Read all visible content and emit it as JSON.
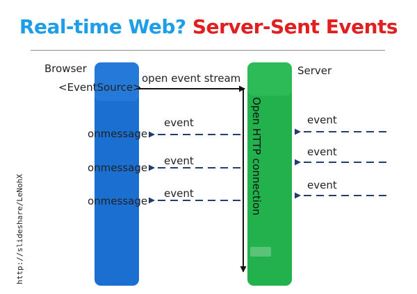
{
  "title": {
    "part1": "Real-time Web?",
    "part2": "Server-Sent Events"
  },
  "colors": {
    "title_part1": "#1e9ee6",
    "title_part2": "#e02020",
    "browser_bar": "#1a6fd1",
    "server_bar": "#22b14c",
    "event_arrow": "#1f3d6e"
  },
  "browser": {
    "label": "Browser",
    "api": "<EventSource>"
  },
  "server": {
    "label": "Server"
  },
  "stream": {
    "label": "open event stream",
    "connection": "Open HTTP connection"
  },
  "handlers": [
    "onmessage",
    "onmessage",
    "onmessage"
  ],
  "events": {
    "client_side": [
      "event",
      "event",
      "event"
    ],
    "server_side": [
      "event",
      "event",
      "event"
    ]
  },
  "source": "http://slideshare/LeNohX"
}
